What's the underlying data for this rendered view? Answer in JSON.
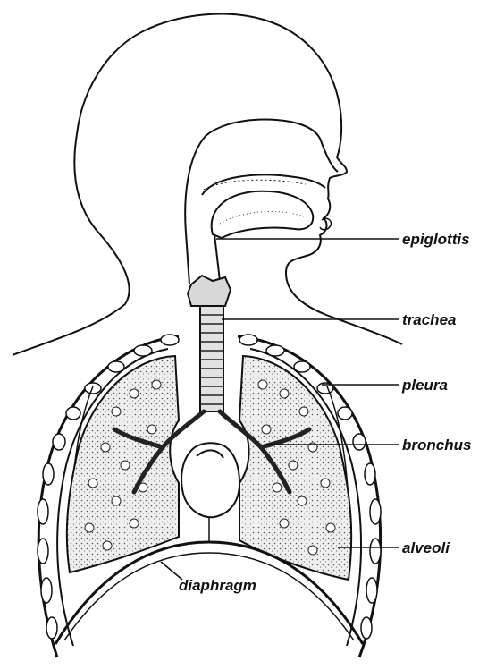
{
  "labels": {
    "epiglottis": "epiglottis",
    "trachea": "trachea",
    "pleura": "pleura",
    "bronchus": "bronchus",
    "alveoli": "alveoli",
    "diaphragm": "diaphragm"
  },
  "colors": {
    "ink": "#111111",
    "background": "#ffffff",
    "lung_fill": "#e6e6e6",
    "stipple": "#555555"
  }
}
